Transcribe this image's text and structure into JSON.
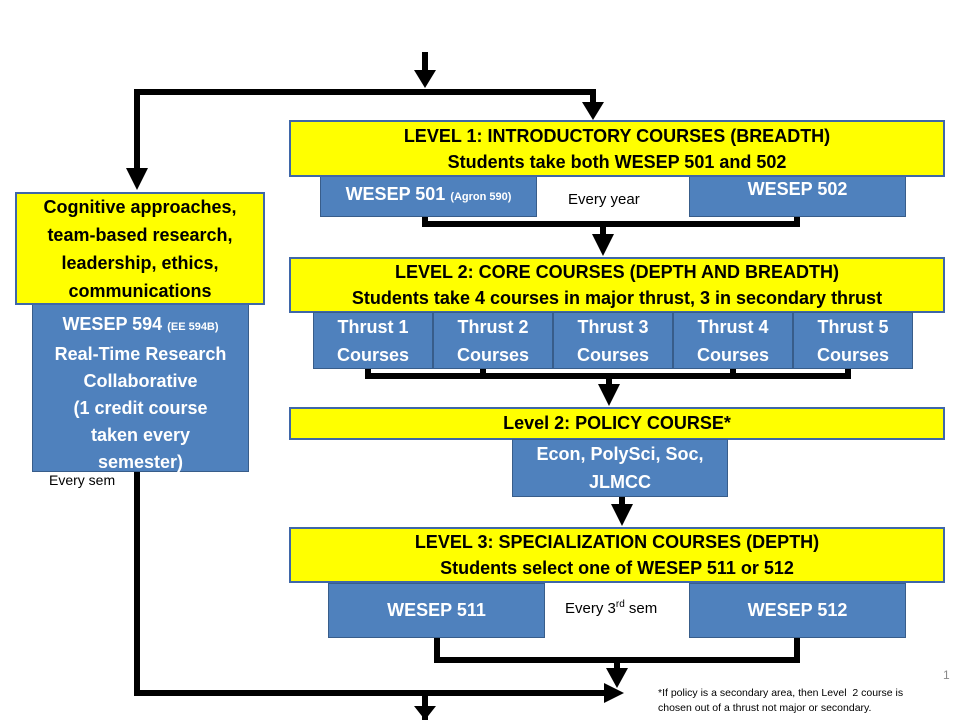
{
  "level1": {
    "title": "LEVEL 1: INTRODUCTORY COURSES (BREADTH)",
    "subtitle": "Students take both WESEP 501 and 502",
    "course1": "WESEP 501",
    "course1_note": "(Agron 590)",
    "course2": "WESEP 502",
    "frequency": "Every year"
  },
  "cognitive": {
    "text": "Cognitive approaches, team-based research, leadership, ethics, communications"
  },
  "wesep594": {
    "course": "WESEP 594",
    "course_note": "(EE 594B)",
    "line1": "Real-Time Research",
    "line2": "Collaborative",
    "line3": "(1 credit course",
    "line4": "taken every",
    "line5": "semester)",
    "frequency": "Every sem"
  },
  "level2": {
    "title": "LEVEL 2: CORE COURSES (DEPTH AND BREADTH)",
    "subtitle": "Students take 4 courses in major thrust, 3 in secondary thrust",
    "thrusts": [
      {
        "name": "Thrust 1",
        "sub": "Courses"
      },
      {
        "name": "Thrust 2",
        "sub": "Courses"
      },
      {
        "name": "Thrust 3",
        "sub": "Courses"
      },
      {
        "name": "Thrust 4",
        "sub": "Courses"
      },
      {
        "name": "Thrust 5",
        "sub": "Courses"
      }
    ]
  },
  "policy": {
    "title": "Level 2: POLICY COURSE*",
    "line1": "Econ, PolySci, Soc,",
    "line2": "JLMCC"
  },
  "level3": {
    "title": "LEVEL 3: SPECIALIZATION COURSES (DEPTH)",
    "subtitle": "Students select one of WESEP 511 or 512",
    "course1": "WESEP 511",
    "course2": "WESEP 512",
    "frequency_prefix": "Every 3",
    "frequency_sup": "rd",
    "frequency_suffix": " sem"
  },
  "footnote": {
    "line1": "*If policy is a secondary area, then Level  2 course is",
    "line2": "chosen out of a thrust not major or secondary."
  },
  "page_number": "1"
}
